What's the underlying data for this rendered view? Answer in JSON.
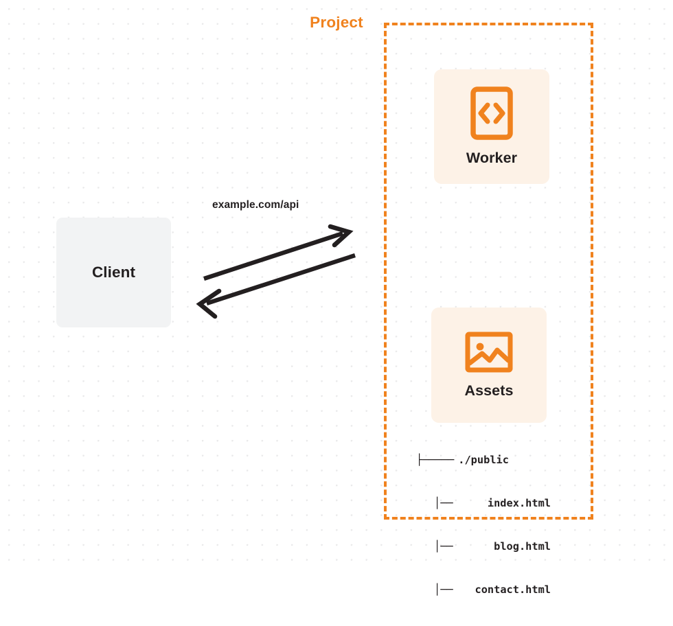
{
  "diagram": {
    "title": "Worker and Assets request flow",
    "background": {
      "grid": "dot-grid",
      "dot_color": "#e9e9ea",
      "page_color": "#ffffff"
    },
    "colors": {
      "orange": "#f0821e",
      "card_fill": "#fdf2e7",
      "client_fill": "#f2f3f4",
      "text": "#231f20",
      "arrow": "#231f20"
    }
  },
  "client": {
    "label": "Client",
    "icon": "client-box"
  },
  "project": {
    "label": "Project",
    "border_style": "dashed",
    "border_color": "#f0821e"
  },
  "worker": {
    "label": "Worker",
    "icon": "code-brackets-icon"
  },
  "assets": {
    "label": "Assets",
    "icon": "image-picture-icon"
  },
  "connection": {
    "label": "example.com/api",
    "request_direction": "client-to-project",
    "response_direction": "project-to-client"
  },
  "file_tree": {
    "rows": [
      {
        "branch": "├─────",
        "name": "./public",
        "root": true
      },
      {
        "branch": "│──",
        "name": "index.html",
        "root": false
      },
      {
        "branch": "│──",
        "name": "blog.html",
        "root": false
      },
      {
        "branch": "│──",
        "name": "contact.html",
        "root": false
      }
    ]
  }
}
